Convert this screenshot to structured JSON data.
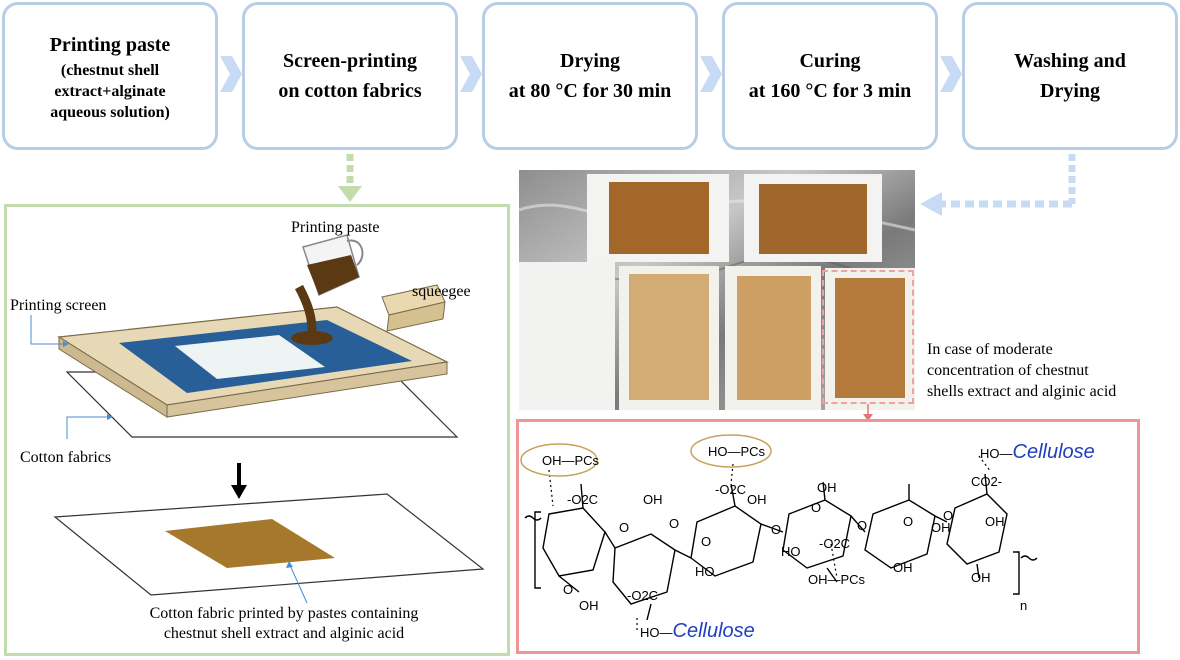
{
  "steps": [
    {
      "line1": "Printing paste",
      "line2": "(chestnut shell",
      "line3": "extract+alginate",
      "line4": "aqueous solution)"
    },
    {
      "line1": "Screen-printing",
      "line2": "on cotton fabrics"
    },
    {
      "line1": "Drying",
      "line2": "at 80 °C for 30 min"
    },
    {
      "line1": "Curing",
      "line2": "at 160 °C for 3 min"
    },
    {
      "line1": "Washing and",
      "line2": "Drying"
    }
  ],
  "illustration": {
    "printing_paste": "Printing paste",
    "printing_screen": "Printing screen",
    "squeegee": "squeegee",
    "cotton_fabrics": "Cotton fabrics",
    "printed_line1": "Cotton fabric printed by pastes containing",
    "printed_line2": "chestnut shell extract and alginic acid"
  },
  "photo_note": {
    "line1": "In case of moderate",
    "line2": "concentration of chestnut",
    "line3": "shells extract and alginic acid"
  },
  "structure": {
    "oh_pcs_1": "OH—PCs",
    "ho_pcs_2": "HO—PCs",
    "oh_pcs_3": "OH—PCs",
    "cellulose_top": "Cellulose",
    "cellulose_bottom": "Cellulose",
    "ho_prefix_top": "HO—",
    "ho_prefix_bottom": "HO—",
    "subscript_n": "n"
  },
  "colors": {
    "step_border": "#b8cde6",
    "chevron": "#c7dbf5",
    "left_panel_border": "#c2dcae",
    "right_panel_border": "#ee9595",
    "cellulose_text": "#1f3fbf",
    "fabric_brown": "#a6782b"
  }
}
